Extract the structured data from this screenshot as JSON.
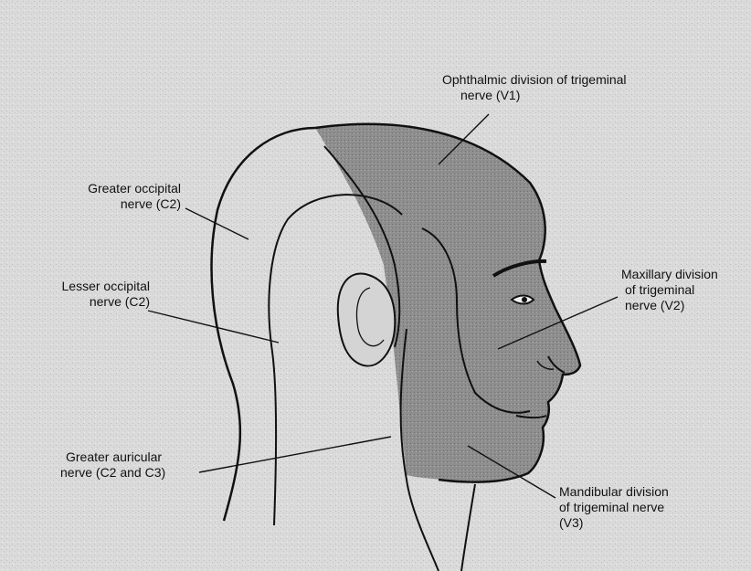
{
  "colors": {
    "background": "#d9d9d9",
    "dermatome_shade": "#8c8c8c",
    "ink": "#111111"
  },
  "labels": {
    "ophthalmic": [
      "Ophthalmic division of trigeminal",
      "nerve (V1)"
    ],
    "greater_occipital": [
      "Greater occipital",
      "nerve (C2)"
    ],
    "lesser_occipital": [
      "Lesser occipital",
      "nerve (C2)"
    ],
    "maxillary": [
      "Maxillary division",
      "of trigeminal",
      "nerve (V2)"
    ],
    "greater_auricular": [
      "Greater auricular",
      "nerve (C2 and C3)"
    ],
    "mandibular": [
      "Mandibular division",
      "of trigeminal nerve",
      "(V3)"
    ]
  }
}
